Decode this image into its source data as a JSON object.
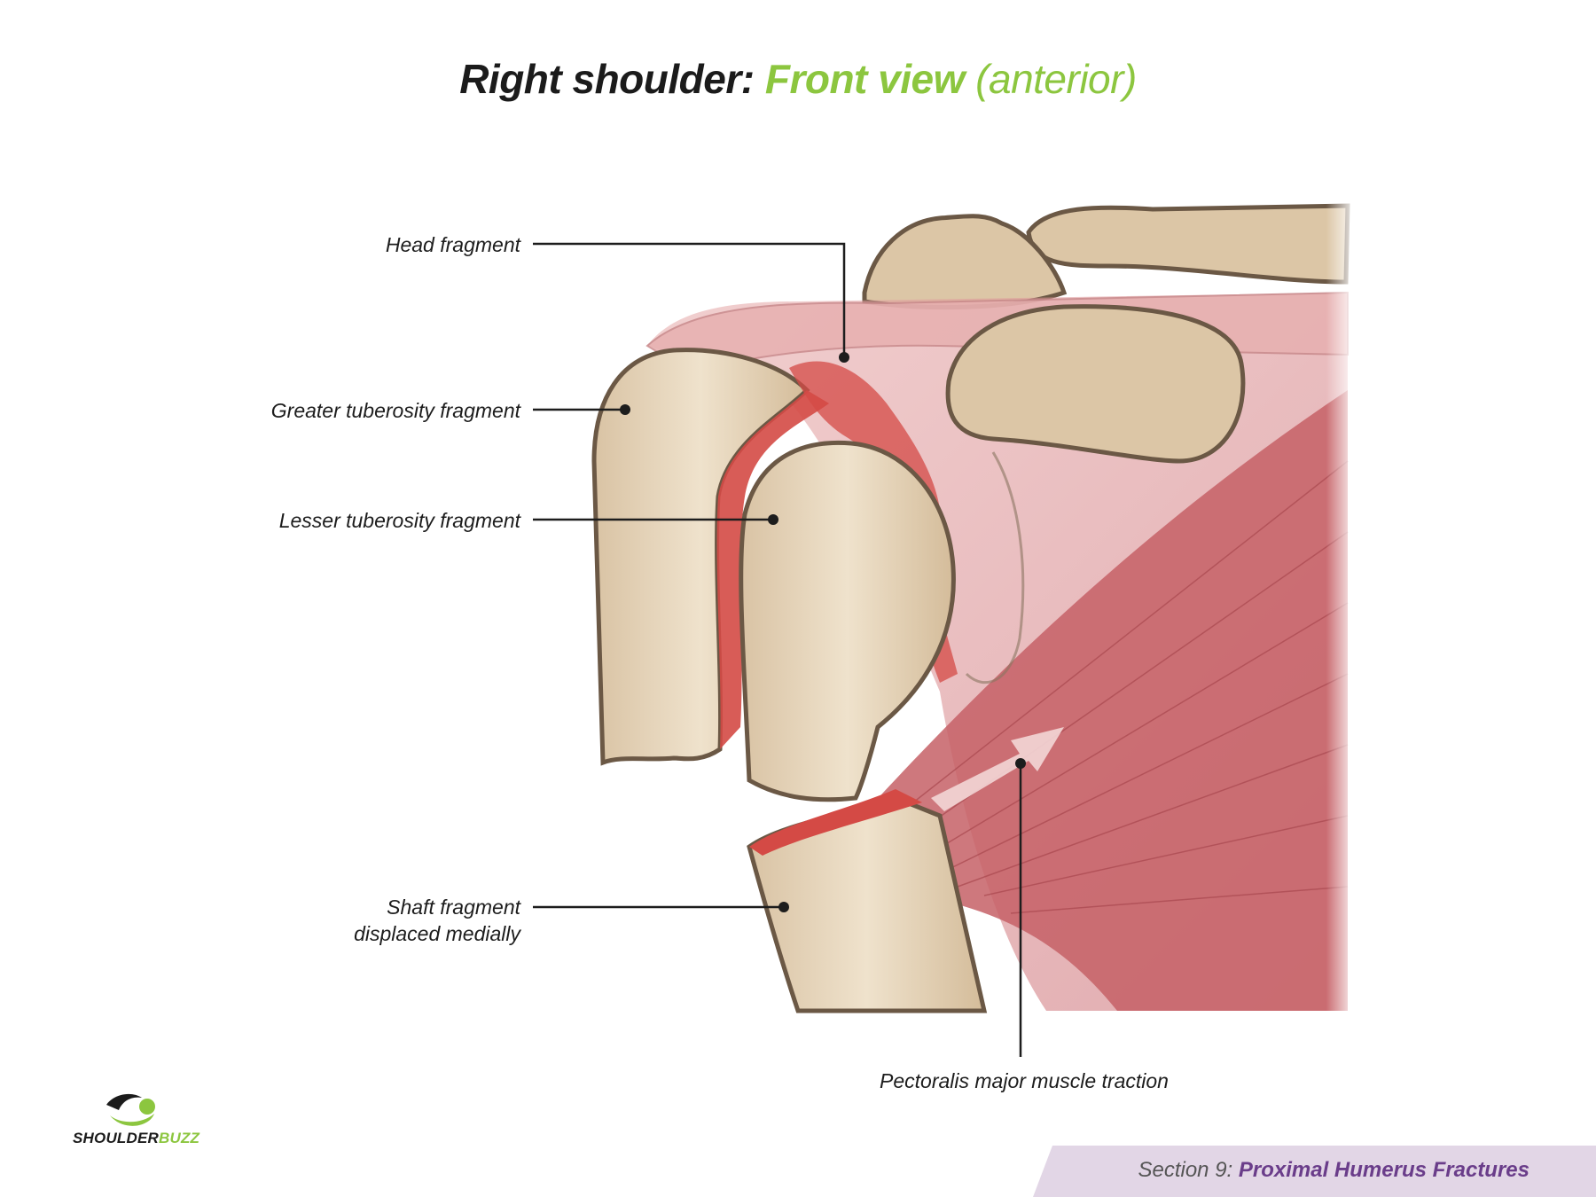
{
  "title": {
    "main": "Right shoulder",
    "colon": ":",
    "view": "Front view",
    "qualifier": "(anterior)"
  },
  "labels": {
    "head_fragment": "Head fragment",
    "greater_tuberosity": "Greater tuberosity fragment",
    "lesser_tuberosity": "Lesser tuberosity fragment",
    "shaft_line1": "Shaft fragment",
    "shaft_line2": "displaced medially",
    "pectoralis": "Pectoralis major muscle traction"
  },
  "logo": {
    "brand_a": "SHOULDER",
    "brand_b": "BUZZ"
  },
  "footer": {
    "section": "Section 9:",
    "section_title": "Proximal Humerus Fractures"
  },
  "colors": {
    "bone": "#e3d2b8",
    "bone_outline": "#6b5845",
    "muscle": "#d98b8f",
    "fracture": "#d44a45",
    "accent_green": "#8cc63f",
    "footer_band": "#e2d6e6",
    "footer_title": "#6a3d8a"
  }
}
